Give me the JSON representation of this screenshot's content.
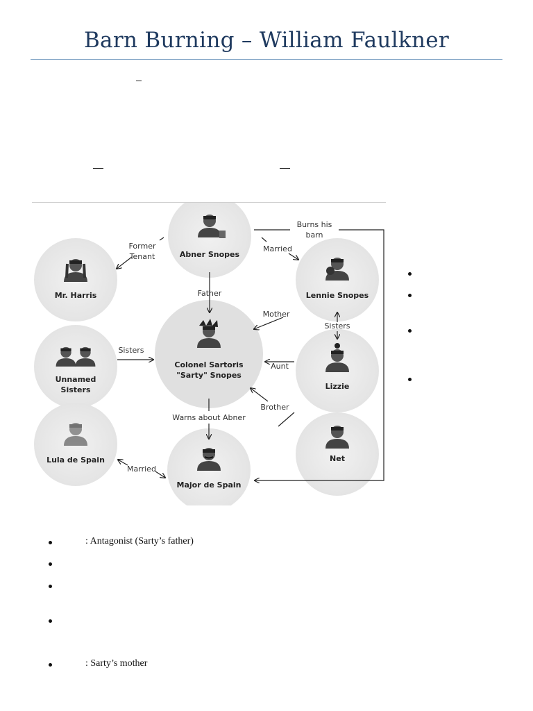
{
  "document": {
    "title": "Barn Burning – William Faulkner"
  },
  "diagram": {
    "nodes": {
      "abner": "Abner Snopes",
      "harris": "Mr. Harris",
      "lennie": "Lennie Snopes",
      "sarty_line1": "Colonel Sartoris",
      "sarty_line2": "\"Sarty\" Snopes",
      "sisters_line1": "Unnamed",
      "sisters_line2": "Sisters",
      "lizzie": "Lizzie",
      "lula": "Lula de Spain",
      "net": "Net",
      "major": "Major de Spain"
    },
    "edges": {
      "burns_line1": "Burns his",
      "burns_line2": "barn",
      "former_line1": "Former",
      "former_line2": "Tenant",
      "married_top": "Married",
      "father": "Father",
      "mother": "Mother",
      "sisters_right": "Sisters",
      "sisters_left": "Sisters",
      "aunt": "Aunt",
      "brother": "Brother",
      "warns": "Warns about Abner",
      "married_bottom": "Married"
    }
  },
  "list": {
    "item1": ": Antagonist (Sarty’s father)",
    "item5": ": Sarty’s mother"
  }
}
